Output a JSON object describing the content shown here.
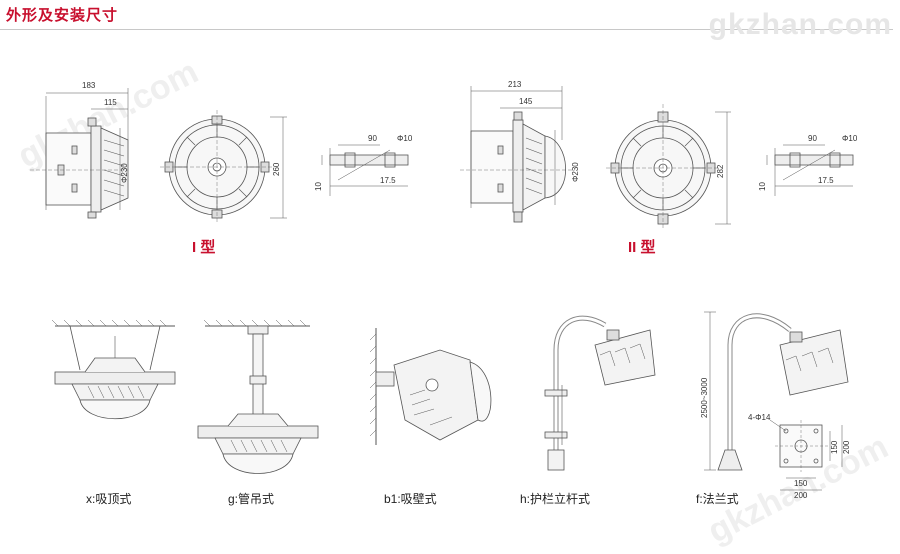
{
  "header": {
    "title": "外形及安装尺寸",
    "watermark": "gkzhan.com",
    "watermark_diag_1": "gkzhan.com",
    "watermark_diag_2": "gkzhan.com"
  },
  "type1": {
    "label": "I 型",
    "side_view": {
      "overall": "183",
      "inner": "115",
      "dia": "Φ230"
    },
    "front_view": {
      "height": "260"
    },
    "bracket": {
      "length": "90",
      "hole": "Φ10",
      "thick": "10",
      "offset": "17.5"
    }
  },
  "type2": {
    "label": "II 型",
    "side_view": {
      "overall": "213",
      "inner": "145",
      "dia": "Φ230"
    },
    "front_view": {
      "height": "282"
    },
    "bracket": {
      "length": "90",
      "hole": "Φ10",
      "thick": "10",
      "offset": "17.5"
    }
  },
  "mounting": [
    {
      "caption": "x:吸顶式"
    },
    {
      "caption": "g:管吊式"
    },
    {
      "caption": "b1:吸壁式"
    },
    {
      "caption": "h:护栏立杆式"
    },
    {
      "caption": "f:法兰式"
    }
  ],
  "flange": {
    "pole_height": "2500~3000",
    "holes": "4-Φ14",
    "inner_w": "150",
    "outer_w": "200",
    "inner_h": "150",
    "outer_h": "200"
  }
}
